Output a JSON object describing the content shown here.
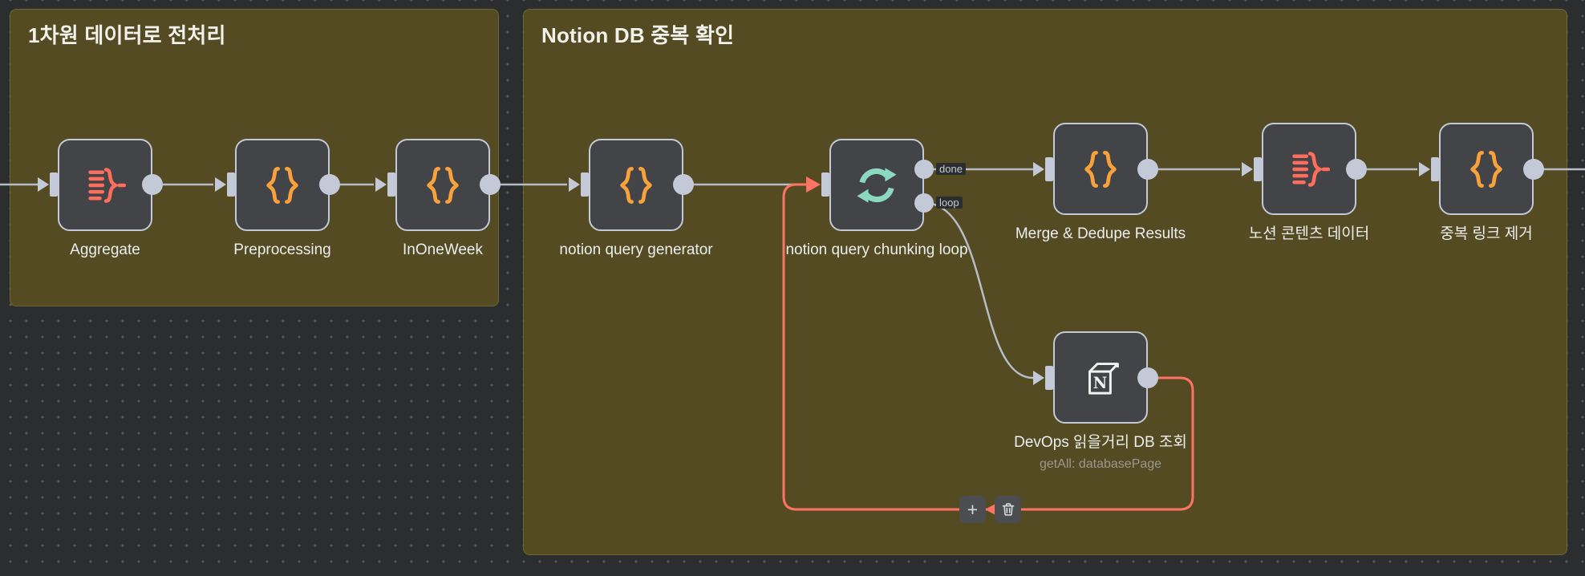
{
  "groups": [
    {
      "title": "1차원 데이터로 전처리"
    },
    {
      "title": "Notion DB 중복 확인"
    }
  ],
  "nodes": [
    {
      "label": "Aggregate"
    },
    {
      "label": "Preprocessing"
    },
    {
      "label": "InOneWeek"
    },
    {
      "label": "notion query generator"
    },
    {
      "label": "notion query chunking loop"
    },
    {
      "label": "Merge & Dedupe Results"
    },
    {
      "label": "노션 콘텐츠 데이터"
    },
    {
      "label": "중복 링크 제거"
    },
    {
      "label": "DevOps 읽을거리 DB 조회",
      "sublabel": "getAll: databasePage",
      "logo_letter": "N"
    }
  ],
  "output_labels": {
    "done": "done",
    "loop": "loop"
  },
  "connection_toolbar": {
    "add_label": "+"
  },
  "colors": {
    "canvas_bg": "#2c2d2e",
    "sticky_bg": "#544b23",
    "node_bg": "#424447",
    "node_border": "#c3c9d6",
    "connector_gray": "#b6bcc8",
    "loopback_salmon": "#ff7365",
    "code_icon_orange": "#f9a13a",
    "aggregate_icon_red": "#ff6d5c",
    "loop_icon_mint": "#8bd9bf"
  }
}
